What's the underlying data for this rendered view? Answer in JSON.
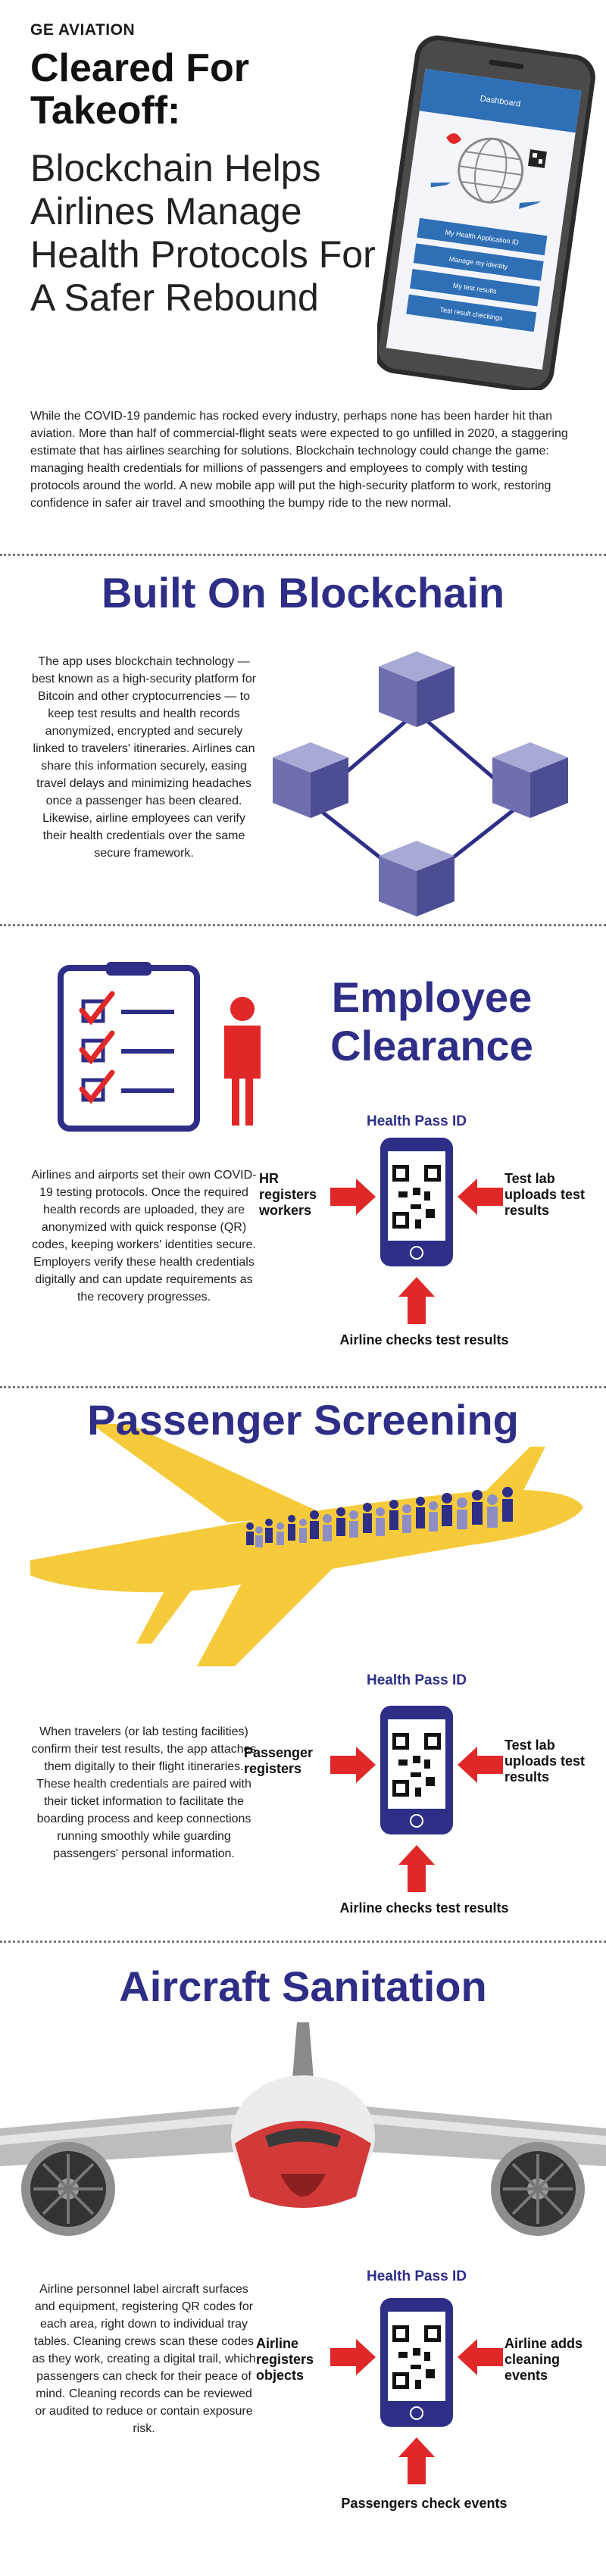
{
  "header": {
    "brand": "GE AVIATION",
    "headline_line1": "Cleared For",
    "headline_line2": "Takeoff:",
    "subhead": "Blockchain Helps Airlines Manage Health Protocols For A Safer Rebound"
  },
  "phone_app": {
    "screen_title": "Dashboard",
    "buttons": [
      "My Health Application ID",
      "Manage my identity",
      "My test results",
      "Test result checkings"
    ]
  },
  "intro": "While the COVID-19 pandemic has rocked every industry, perhaps none has been harder hit than aviation. More than half of commercial-flight seats were expected to go unfilled in 2020, a staggering estimate that has airlines searching for solutions. Blockchain technology could change the game: managing health credentials for millions of passengers and employees to comply with testing protocols around the world. A new mobile app will put the high-security platform to work, restoring confidence in safer air travel and smoothing the bumpy ride to the new normal.",
  "blockchain": {
    "title": "Built On Blockchain",
    "text": "The app uses blockchain technology — best known as a high-security platform for Bitcoin and other cryptocurrencies — to keep test results and health records anonymized, encrypted and securely linked to travelers' itineraries. Airlines can share this information securely, easing travel delays and minimizing headaches once a passenger has been cleared. Likewise, airline employees can verify their health credentials over the same secure framework."
  },
  "employee": {
    "title_line1": "Employee",
    "title_line2": "Clearance",
    "text": "Airlines and airports set their own COVID-19 testing protocols. Once the required health records are uploaded, they are anonymized with quick response (QR) codes, keeping workers' identities secure. Employers verify these health credentials digitally and can update requirements as the recovery progresses.",
    "diagram": {
      "title": "Health Pass ID",
      "left": "HR registers workers",
      "right": "Test lab uploads test results",
      "bottom": "Airline checks test results"
    }
  },
  "passenger": {
    "title": "Passenger Screening",
    "text": "When travelers (or lab testing facilities) confirm their test results, the app attaches them digitally to their flight itineraries. These health credentials are paired with their ticket information to facilitate the boarding process and keep connections running smoothly while guarding passengers' personal information.",
    "diagram": {
      "title": "Health Pass ID",
      "left": "Passenger registers",
      "right": "Test lab uploads test results",
      "bottom": "Airline checks test results"
    }
  },
  "sanitation": {
    "title": "Aircraft Sanitation",
    "text": "Airline personnel label aircraft surfaces and equipment, registering QR codes for each area, right down to individual tray tables. Cleaning crews scan these codes as they work, creating a digital trail, which passengers can check for their peace of mind. Cleaning records can be reviewed or audited to reduce or contain exposure risk.",
    "diagram": {
      "title": "Health Pass ID",
      "left": "Airline registers objects",
      "right": "Airline adds cleaning events",
      "bottom": "Passengers check events"
    }
  },
  "colors": {
    "navy": "#2e2e87",
    "cube_top": "#a9a9d6",
    "cube_side": "#6f6fb0",
    "cube_dark": "#4d4d94",
    "red": "#e02828",
    "yellow": "#f6cb3b",
    "blue_app": "#2f6fb6"
  }
}
